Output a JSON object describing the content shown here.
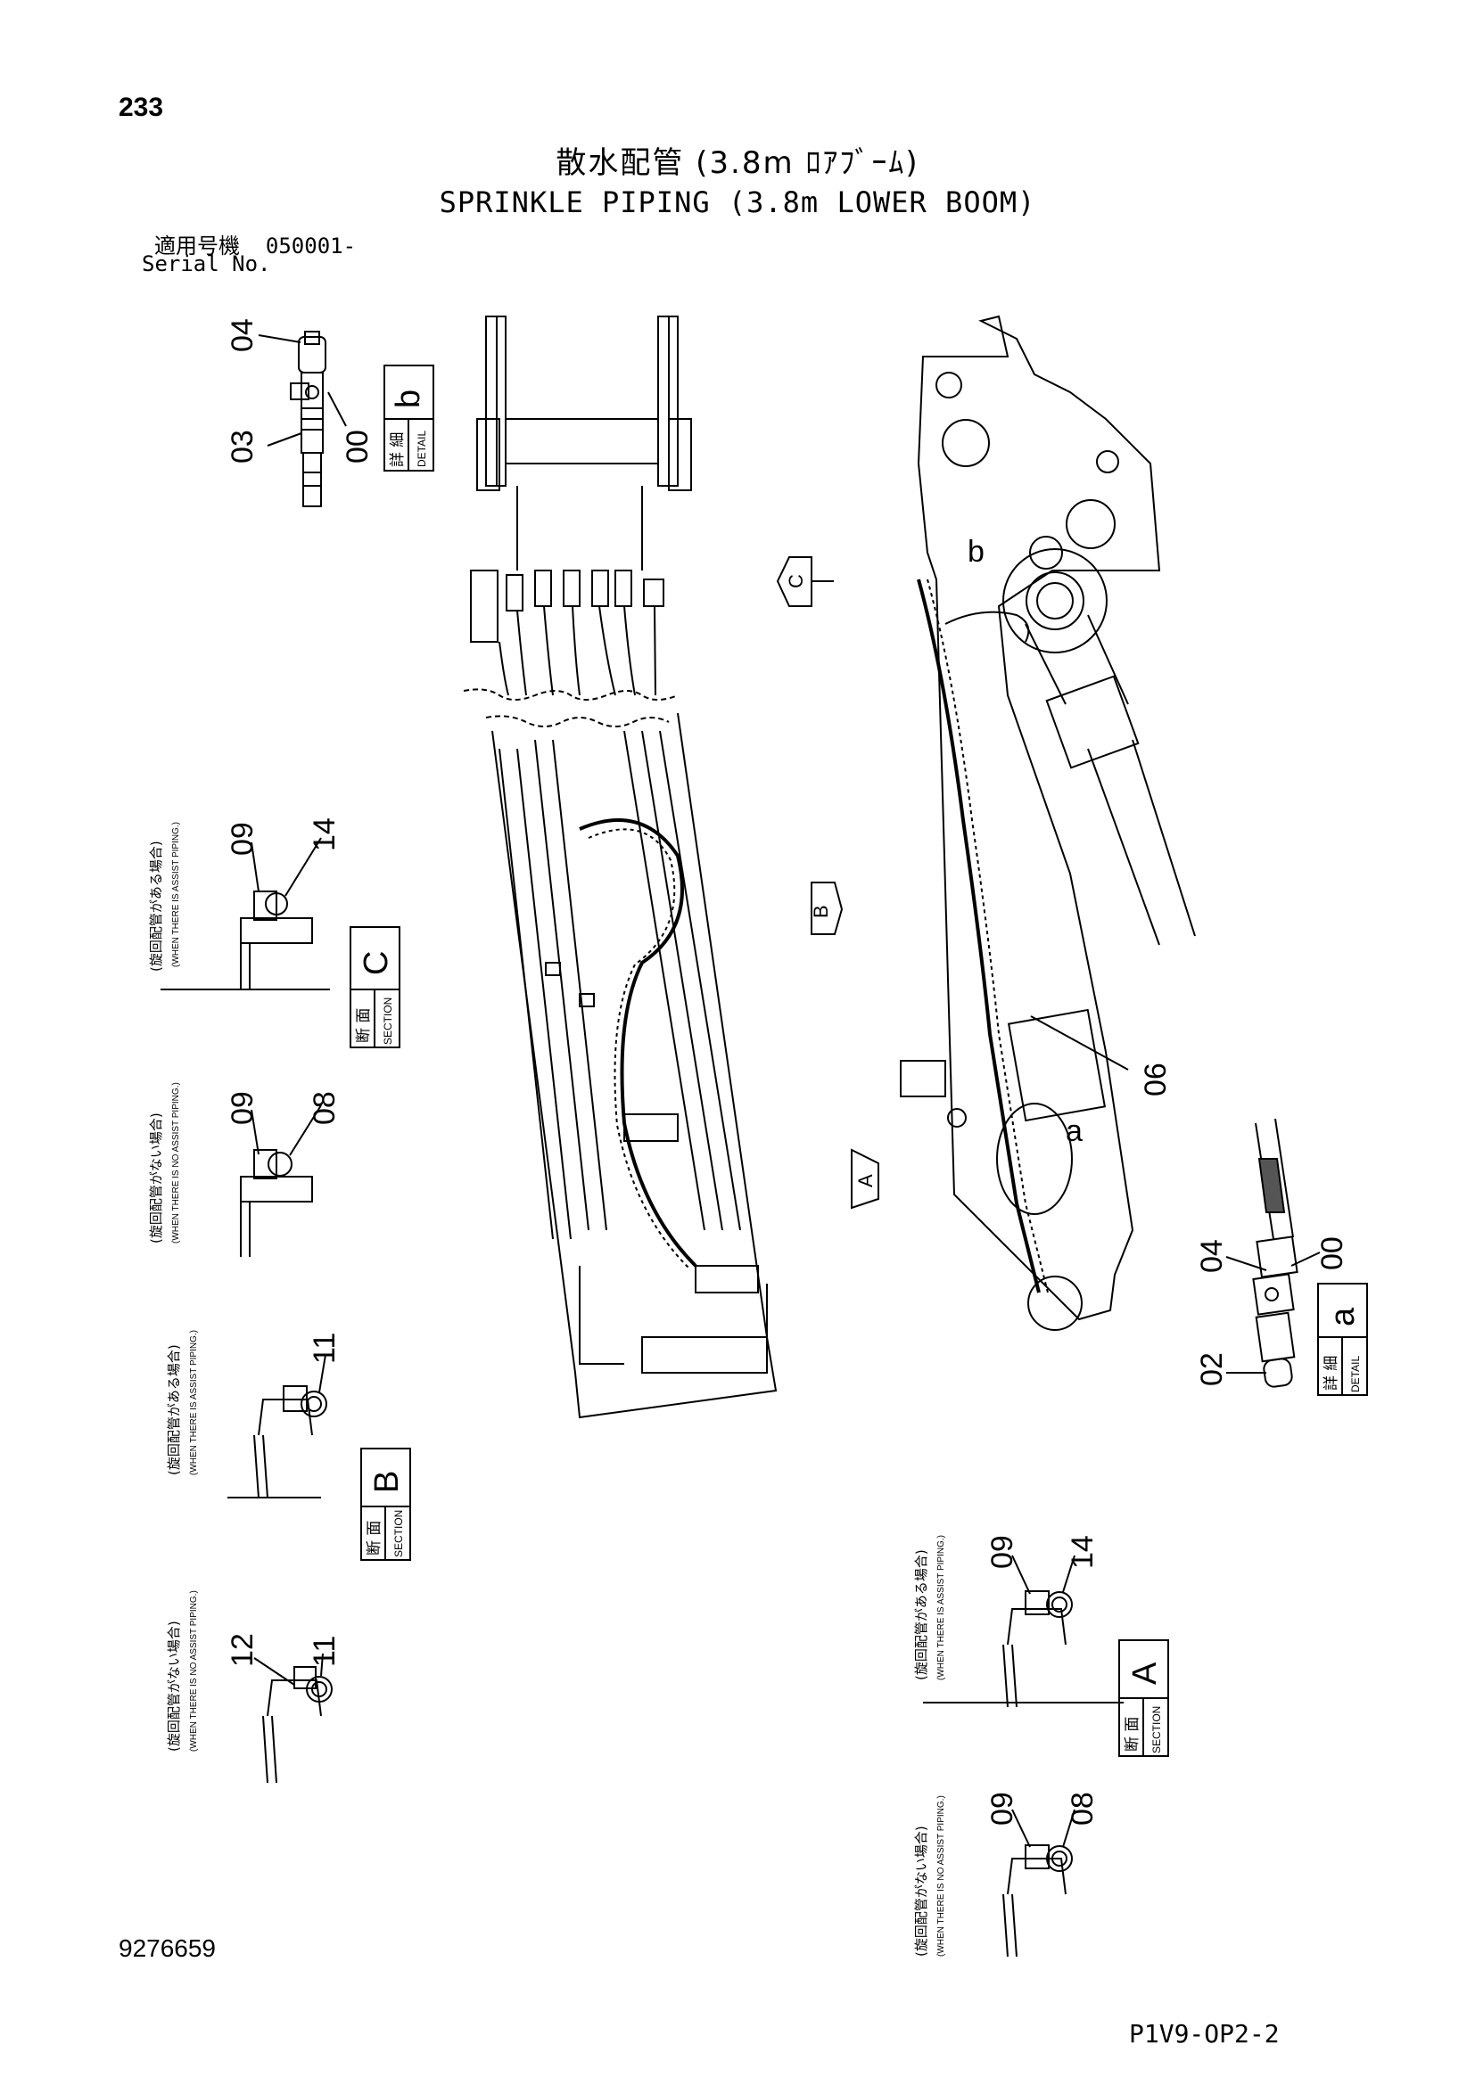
{
  "page": {
    "number": "233",
    "title_jp": "散水配管 (3.8m ﾛｱﾌﾞｰﾑ)",
    "title_en": "SPRINKLE PIPING (3.8m LOWER BOOM)",
    "serial_label_jp": "適用号機",
    "serial_value": "050001-",
    "serial_label_en": "Serial No.",
    "doc_number": "9276659",
    "figure_code": "P1V9-OP2-2"
  },
  "detail_b": {
    "box_jp": "詳 細",
    "box_en": "DETAIL",
    "letter": "b",
    "parts": [
      "04",
      "03",
      "00"
    ]
  },
  "detail_a": {
    "box_jp": "詳 細",
    "box_en": "DETAIL",
    "letter": "a",
    "parts": [
      "04",
      "00",
      "02"
    ]
  },
  "section_c": {
    "box_jp": "断 面",
    "box_en": "SECTION",
    "letter": "C",
    "assist_jp": "(旋回配管がある場合)",
    "assist_en": "(WHEN THERE IS ASSIST PIPING.)",
    "assist_parts": [
      "09",
      "14"
    ],
    "noassist_jp": "(旋回配管がない場合)",
    "noassist_en": "(WHEN THERE IS NO ASSIST PIPING.)",
    "noassist_parts": [
      "09",
      "08"
    ]
  },
  "section_b": {
    "box_jp": "断 面",
    "box_en": "SECTION",
    "letter": "B",
    "assist_jp": "(旋回配管がある場合)",
    "assist_en": "(WHEN THERE IS ASSIST PIPING.)",
    "assist_parts": [
      "11"
    ],
    "noassist_jp": "(旋回配管がない場合)",
    "noassist_en": "(WHEN THERE IS NO ASSIST PIPING.)",
    "noassist_parts": [
      "12",
      "11"
    ]
  },
  "section_a": {
    "box_jp": "断 面",
    "box_en": "SECTION",
    "letter": "A",
    "assist_jp": "(旋回配管がある場合)",
    "assist_en": "(WHEN THERE IS ASSIST PIPING.)",
    "assist_parts": [
      "09",
      "14"
    ],
    "noassist_jp": "(旋回配管がない場合)",
    "noassist_en": "(WHEN THERE IS NO ASSIST PIPING.)",
    "noassist_parts": [
      "09",
      "08"
    ]
  },
  "main_view": {
    "callout_part": "06",
    "detail_circle_b": "b",
    "detail_circle_a": "a",
    "section_arrow_c": "C",
    "section_arrow_b": "B",
    "section_arrow_a": "A"
  },
  "colors": {
    "line": "#000000",
    "background": "#ffffff"
  }
}
